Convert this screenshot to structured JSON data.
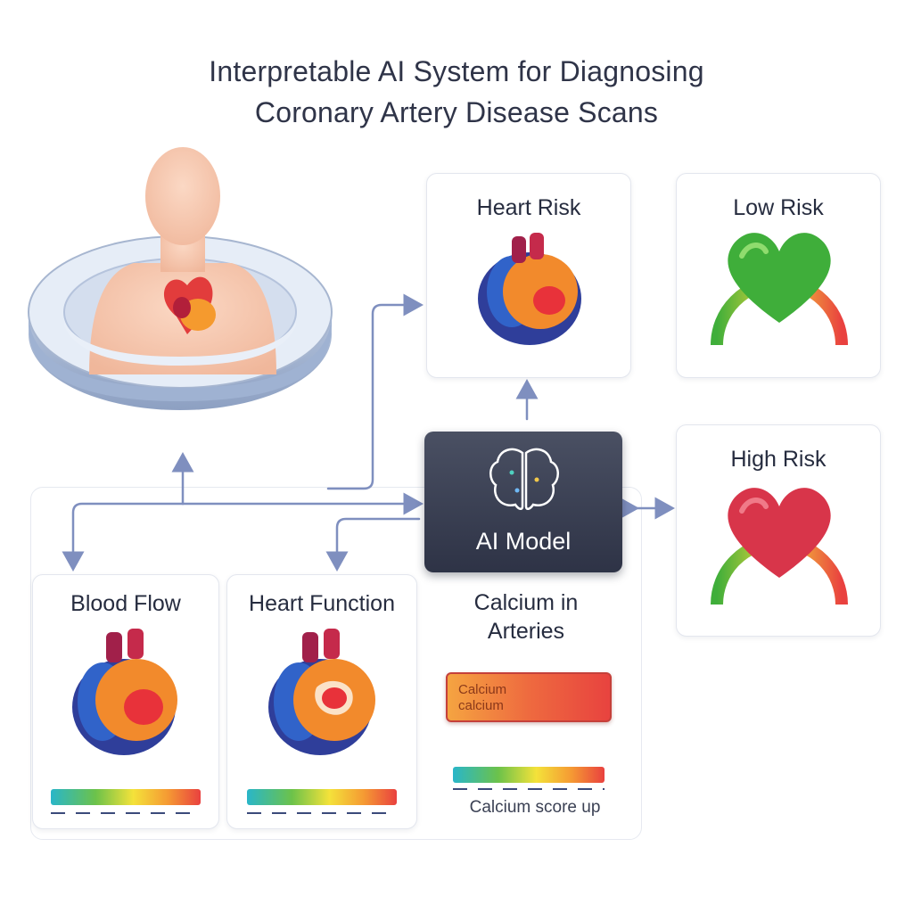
{
  "title": {
    "line1": "Interpretable AI System for Diagnosing",
    "line2": "Coronary Artery Disease  Scans"
  },
  "cards": {
    "heart_risk": {
      "title": "Heart Risk"
    },
    "low_risk": {
      "title": "Low Risk"
    },
    "high_risk": {
      "title": "High Risk"
    },
    "blood_flow": {
      "title": "Blood Flow"
    },
    "heart_function": {
      "title": "Heart Function"
    },
    "calcium": {
      "title_line1": "Calcium in",
      "title_line2": "Arteries",
      "box_text": "Calcium\ncalcium",
      "caption": "Calcium score up"
    }
  },
  "ai_model": {
    "label": "AI Model"
  },
  "colors": {
    "connector": "#7f8fbf",
    "low_risk_heart": "#3fae3a",
    "high_risk_heart": "#d8354a",
    "ai_panel": "#383d50"
  }
}
